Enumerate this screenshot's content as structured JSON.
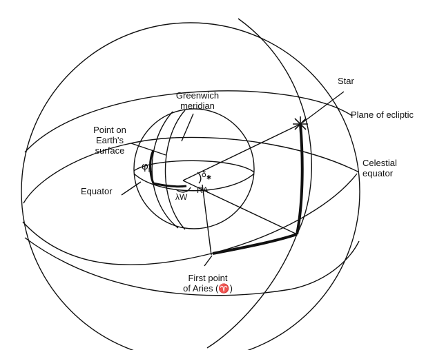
{
  "labels": {
    "star": "Star",
    "plane_of_ecliptic": "Plane of ecliptic",
    "celestial_equator_line1": "Celestial",
    "celestial_equator_line2": "equator",
    "greenwich_line1": "Greenwich",
    "greenwich_line2": "meridian",
    "point_on_earth_line1": "Point  on",
    "point_on_earth_line2": "Earth's",
    "point_on_earth_line3": "surface",
    "equator": "Equator",
    "first_point_line1": "First point",
    "first_point_line2": "of Aries (♈)",
    "phi": "φ",
    "phi_sub": "N",
    "delta": "δ",
    "delta_sub": "✱",
    "lambda": "λ",
    "lambda_sub": "W",
    "ra": "RA"
  },
  "colors": {
    "line": "#111111",
    "background": "#ffffff"
  }
}
